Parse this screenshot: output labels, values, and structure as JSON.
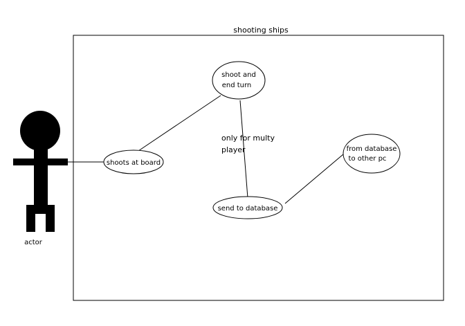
{
  "diagram": {
    "system_title": "shooting ships",
    "actor": {
      "label": "actor"
    },
    "use_cases": {
      "shoots_at_board": "shoots at board",
      "shoot_and_end_turn": [
        "shoot and",
        "end turn"
      ],
      "send_to_database": "send to database",
      "from_database_to_other_pc": [
        "from database",
        "to other pc"
      ]
    },
    "note": [
      "only for multy",
      "player"
    ]
  }
}
